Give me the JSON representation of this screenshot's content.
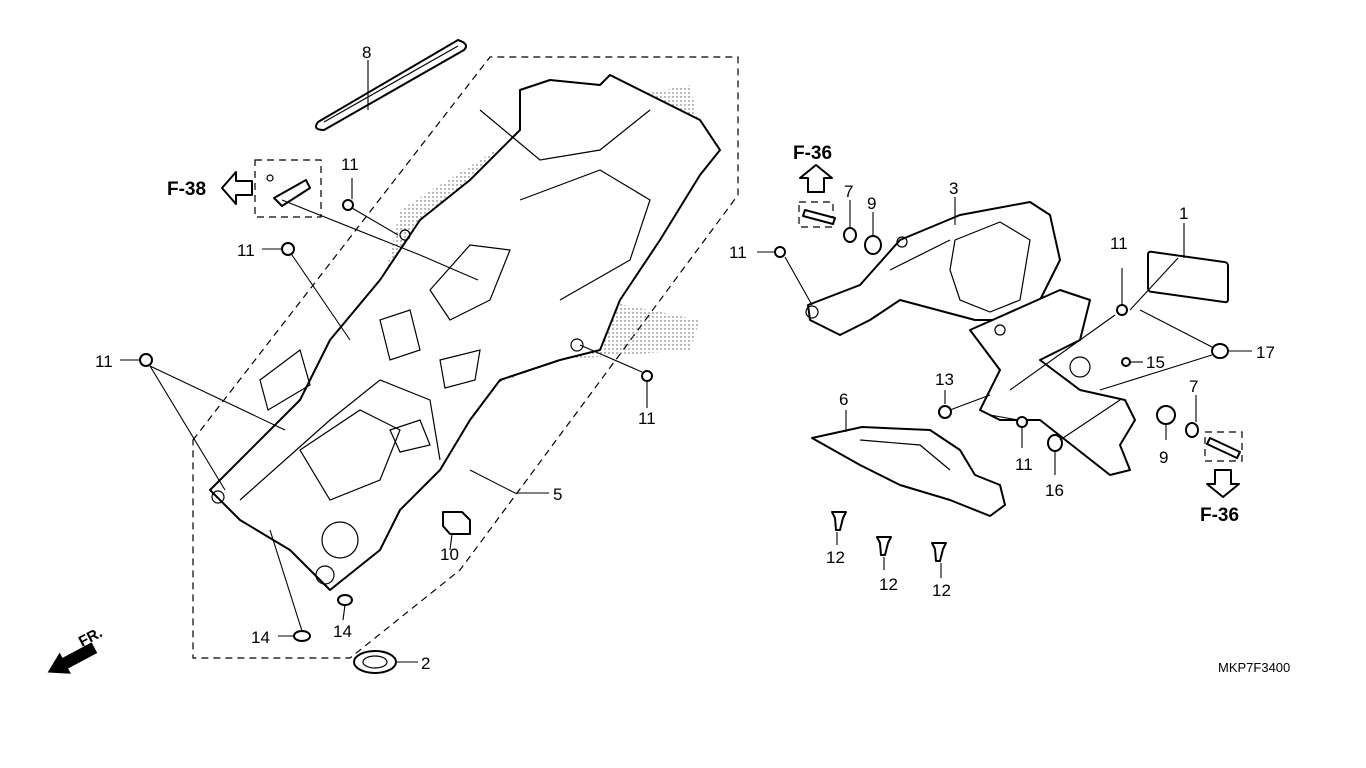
{
  "diagram": {
    "code": "MKP7F3400",
    "direction_marker": "FR.",
    "references": {
      "left": "F-38",
      "top": "F-36",
      "bottom": "F-36"
    },
    "callouts": {
      "p1": "1",
      "p2": "2",
      "p3": "3",
      "p5": "5",
      "p6": "6",
      "p7a": "7",
      "p7b": "7",
      "p8": "8",
      "p9a": "9",
      "p9b": "9",
      "p10": "10",
      "p11a": "11",
      "p11b": "11",
      "p11c": "11",
      "p11d": "11",
      "p11e": "11",
      "p11f": "11",
      "p11g": "11",
      "p12a": "12",
      "p12b": "12",
      "p12c": "12",
      "p13": "13",
      "p14a": "14",
      "p14b": "14",
      "p15": "15",
      "p16": "16",
      "p17": "17"
    }
  }
}
